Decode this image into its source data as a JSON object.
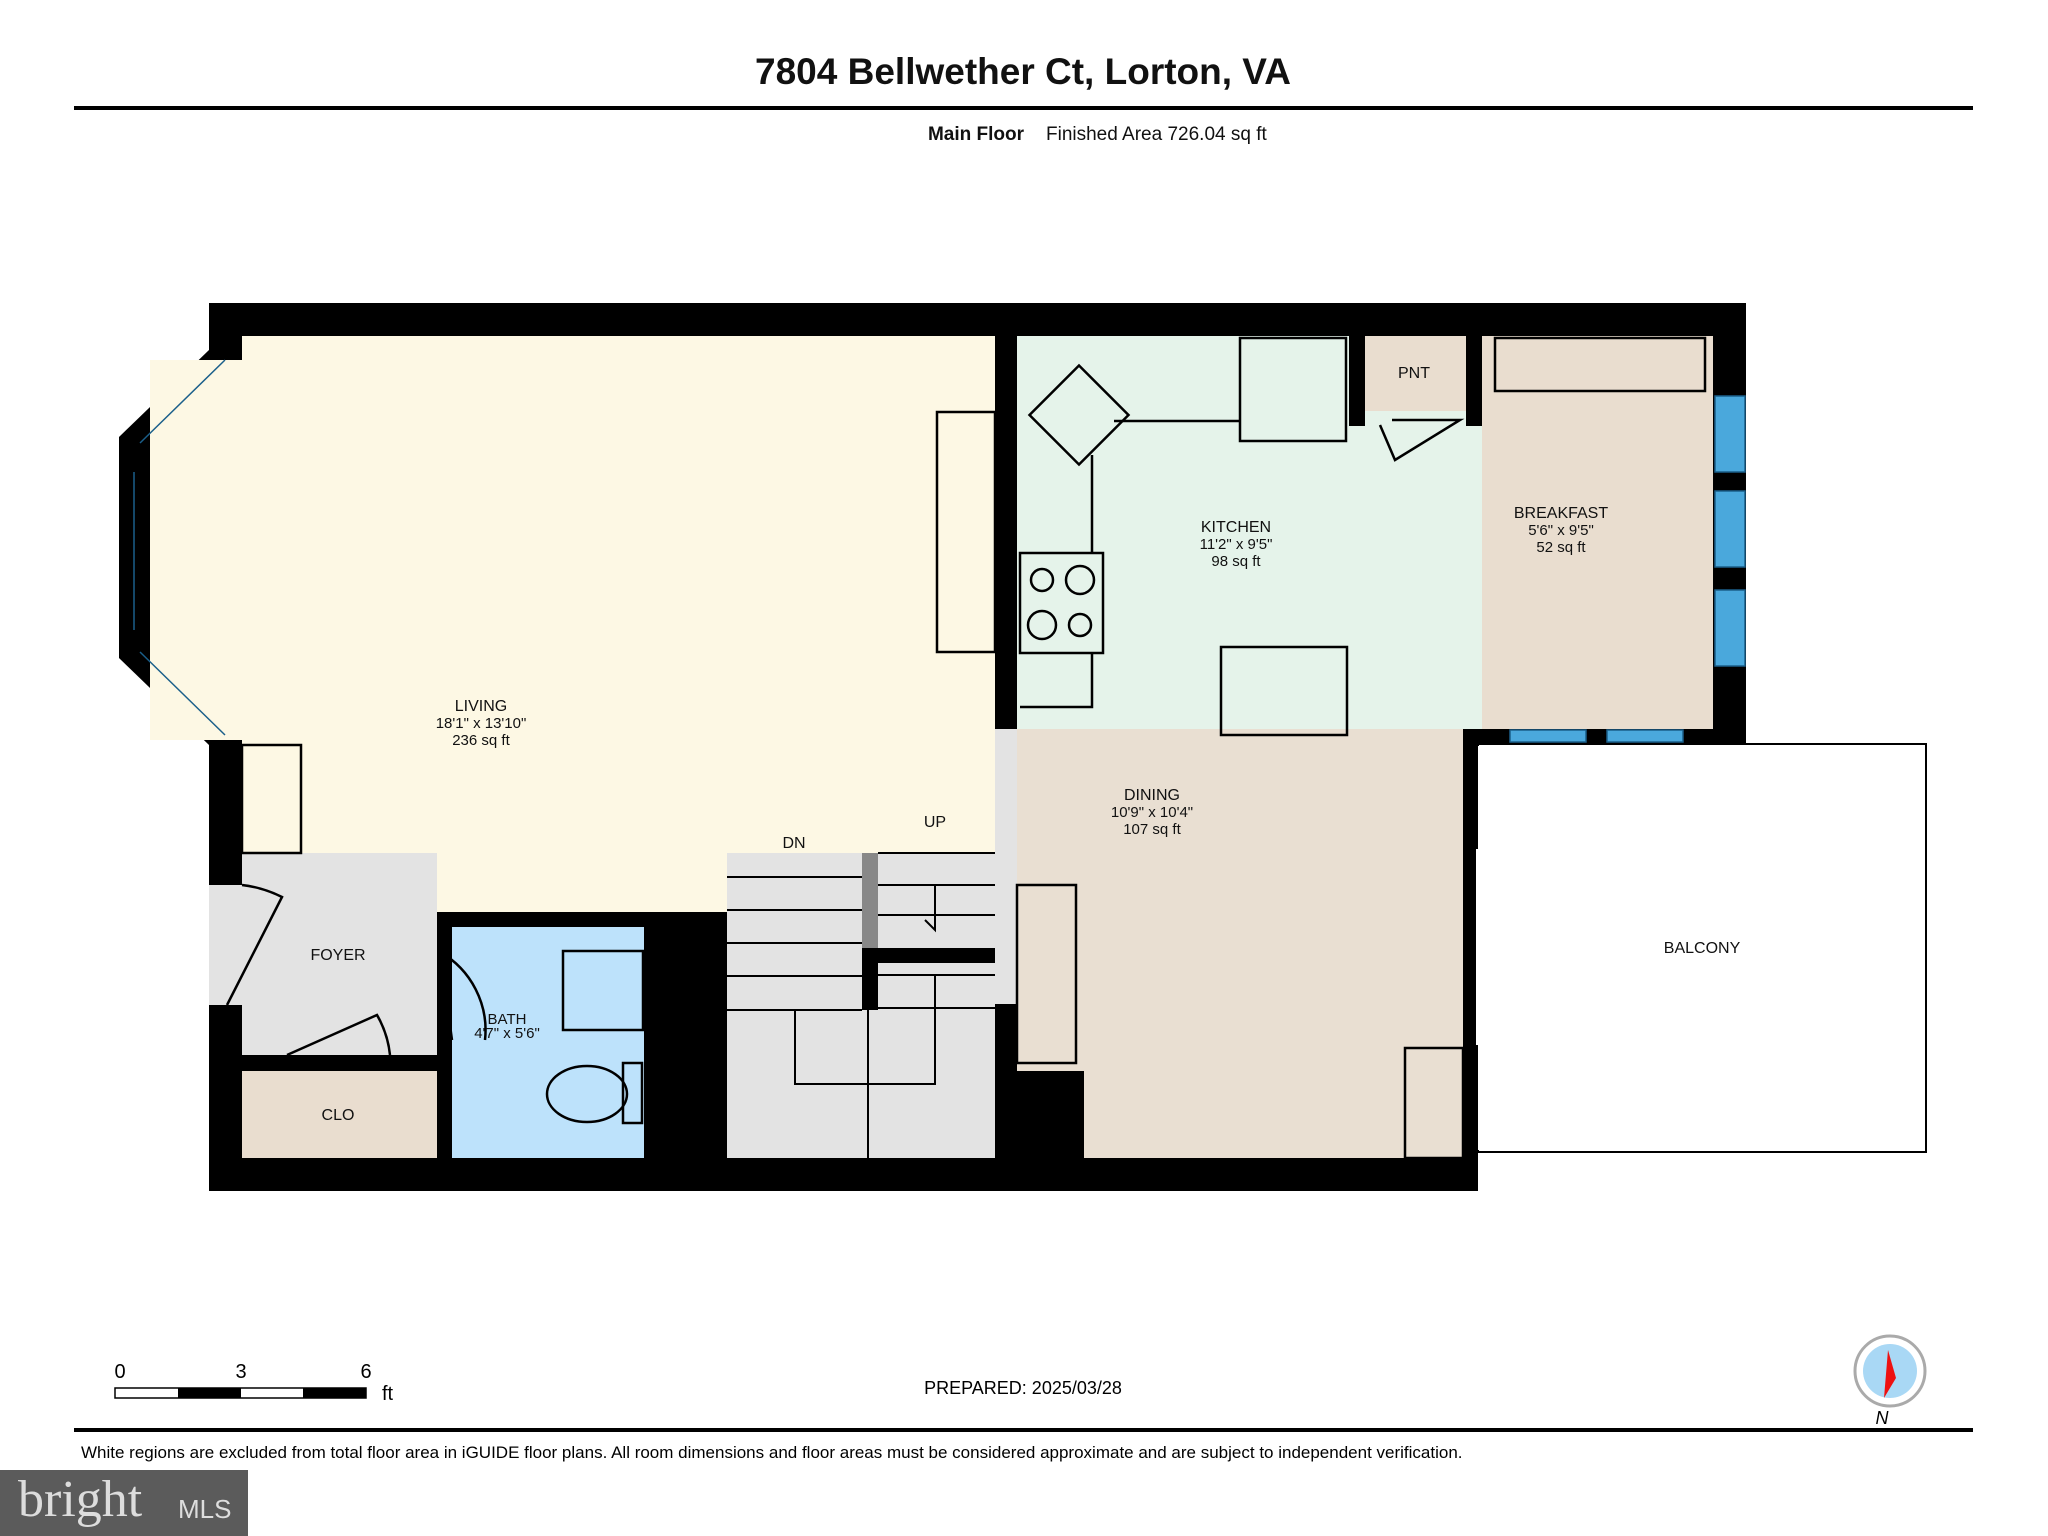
{
  "title": "7804 Bellwether Ct, Lorton, VA",
  "floor": {
    "name": "Main Floor",
    "area": "Finished Area 726.04 sq ft"
  },
  "rooms": {
    "living": {
      "name": "LIVING",
      "dims": "18'1\" x 13'10\"",
      "area": "236 sq ft"
    },
    "kitchen": {
      "name": "KITCHEN",
      "dims": "11'2\" x 9'5\"",
      "area": "98 sq ft"
    },
    "breakfast": {
      "name": "BREAKFAST",
      "dims": "5'6\" x 9'5\"",
      "area": "52 sq ft"
    },
    "dining": {
      "name": "DINING",
      "dims": "10'9\" x 10'4\"",
      "area": "107 sq ft"
    },
    "bath": {
      "name": "BATH",
      "dims": "4'7\" x 5'6\""
    },
    "foyer": {
      "name": "FOYER"
    },
    "clo": {
      "name": "CLO"
    },
    "pnt": {
      "name": "PNT"
    },
    "balcony": {
      "name": "BALCONY"
    },
    "stairs_down": "DN",
    "stairs_up": "UP"
  },
  "colors": {
    "living": "#fdf8e4",
    "kitchen": "#e5f3ea",
    "breakfast": "#e9ddcf",
    "dining": "#e9dfd2",
    "bath": "#bde2fb",
    "foyer": "#e3e3e3",
    "window": "#4aa8dc"
  },
  "scale": {
    "labels": [
      "0",
      "3",
      "6"
    ],
    "unit": "ft"
  },
  "prepared": "PREPARED: 2025/03/28",
  "compass": {
    "label": "N",
    "icon": "compass-icon"
  },
  "disclaimer": "White regions are excluded from total floor area in iGUIDE floor plans. All room dimensions and floor areas must be considered approximate and are subject to independent verification.",
  "logo": {
    "brand": "bright",
    "suffix": "MLS"
  }
}
